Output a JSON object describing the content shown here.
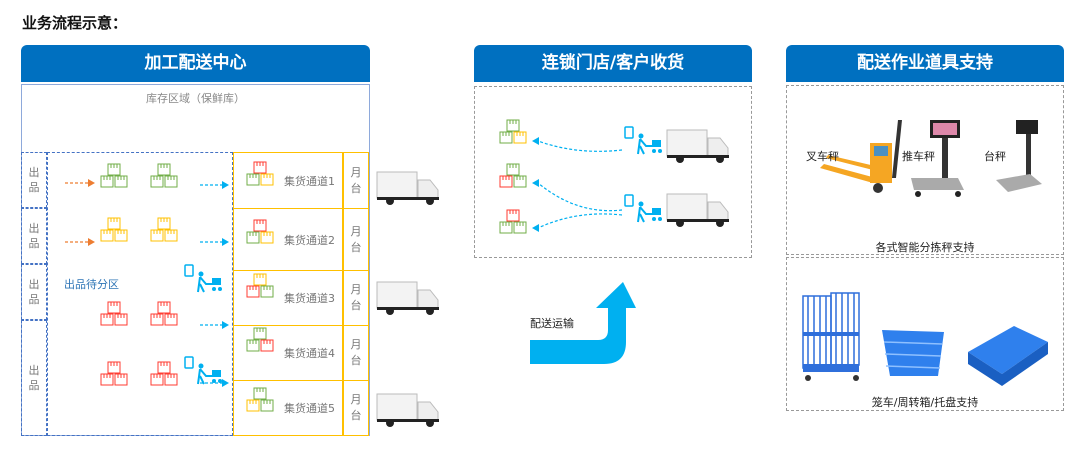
{
  "title": "业务流程示意：",
  "left": {
    "header": "加工配送中心",
    "storage": "库存区域（保鲜库）",
    "out_label": "出品",
    "out_rows": [
      "出\n品",
      "出\n品",
      "出\n品",
      "出\n品"
    ],
    "waiting_zone": "出品待分区",
    "channels": [
      "集货通道1",
      "集货通道2",
      "集货通道3",
      "集货通道4",
      "集货通道5"
    ],
    "dock": "月\n台"
  },
  "middle": {
    "header": "连锁门店/客户收货",
    "transport": "配送运输"
  },
  "right": {
    "header": "配送作业道具支持",
    "scales": [
      "叉车秤",
      "推车秤",
      "台秤"
    ],
    "scales_caption": "各式智能分拣秤支持",
    "containers_caption": "笼车/周转箱/托盘支持"
  },
  "colors": {
    "header": "#0070C0",
    "green": "#70AD47",
    "yellow": "#FFC000",
    "red": "#FF3B30",
    "arrow": "#00B0F0",
    "orange": "#ED7D31"
  }
}
